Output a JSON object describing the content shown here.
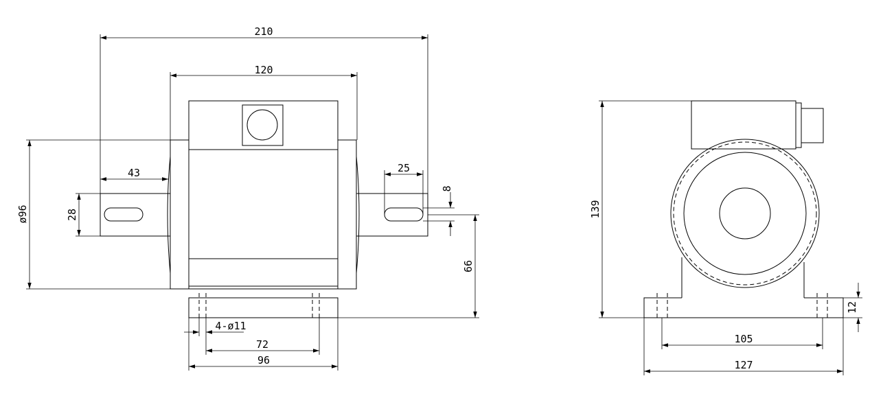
{
  "drawing": {
    "front_view": {
      "dim_overall_length": "210",
      "dim_body_length": "120",
      "dim_shaft_left": "43",
      "dim_key_length": "25",
      "dim_key_width": "8",
      "dim_shaft_dia": "28",
      "dim_flange_dia": "ø96",
      "dim_shaft_height": "66",
      "dim_holes": "4-ø11",
      "dim_hole_spacing": "72",
      "dim_base_length": "96"
    },
    "side_view": {
      "dim_height": "139",
      "dim_base_thickness": "12",
      "dim_hole_spacing": "105",
      "dim_base_width": "127"
    }
  }
}
